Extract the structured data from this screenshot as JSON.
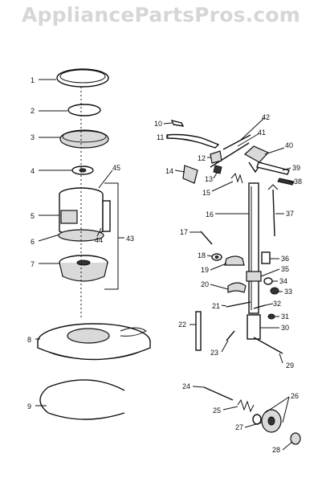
{
  "watermark": "AppliancePartsPros.com",
  "part_numbers": {
    "p1": "1",
    "p2": "2",
    "p3": "3",
    "p4": "4",
    "p5": "5",
    "p6": "6",
    "p7": "7",
    "p8": "8",
    "p9": "9",
    "p10": "10",
    "p11": "11",
    "p12": "12",
    "p13": "13",
    "p14": "14",
    "p15": "15",
    "p16": "16",
    "p17": "17",
    "p18": "18",
    "p19": "19",
    "p20": "20",
    "p21": "21",
    "p22": "22",
    "p23": "23",
    "p24": "24",
    "p25": "25",
    "p26": "26",
    "p27": "27",
    "p28": "28",
    "p29": "29",
    "p30": "30",
    "p31": "31",
    "p32": "32",
    "p33": "33",
    "p34": "34",
    "p35": "35",
    "p36": "36",
    "p37": "37",
    "p38": "38",
    "p39": "39",
    "p40": "40",
    "p41": "41",
    "p42": "42",
    "p43": "43",
    "p44": "44",
    "p45": "45"
  },
  "colors": {
    "line": "#111111",
    "watermark": "#d6d6d6",
    "background": "#ffffff"
  }
}
